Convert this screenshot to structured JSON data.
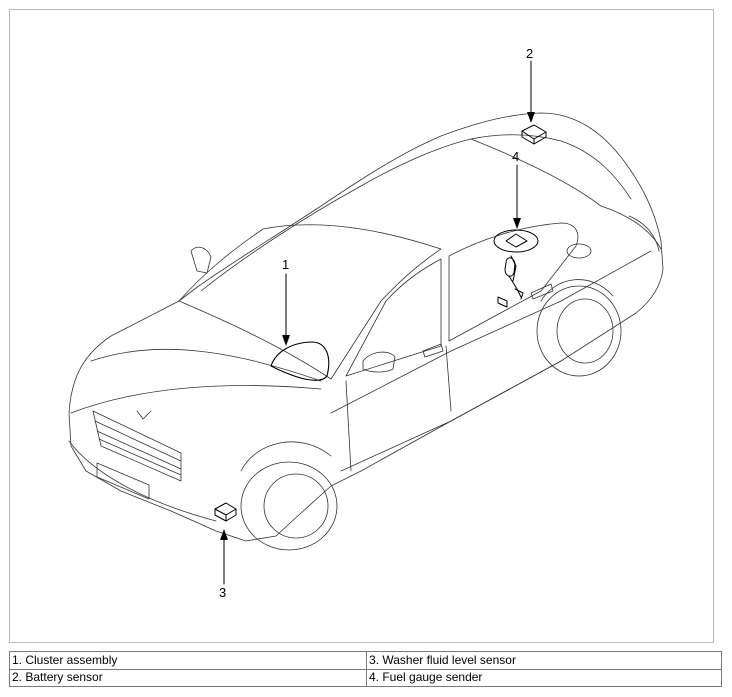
{
  "callouts": {
    "n1": "1",
    "n2": "2",
    "n3": "3",
    "n4": "4"
  },
  "legend": {
    "row1": {
      "left": "1. Cluster assembly",
      "right": "3. Washer fluid level sensor"
    },
    "row2": {
      "left": "2. Battery sensor",
      "right": "4. Fuel gauge sender"
    }
  },
  "colors": {
    "line": "#333333",
    "frame": "#b8b8b8",
    "table_border": "#7a7a7a"
  }
}
